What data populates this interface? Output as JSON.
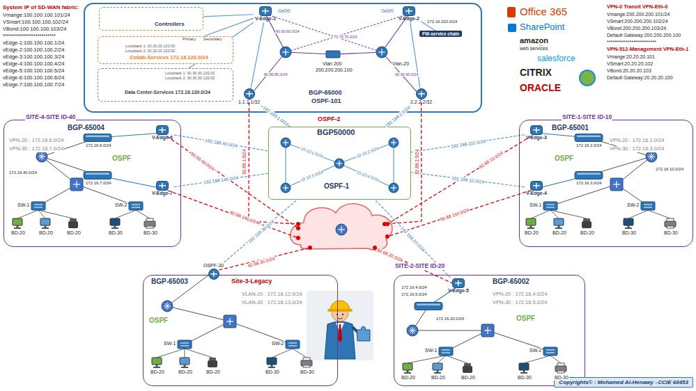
{
  "diagram": {
    "nodes": [
      {
        "text": [
          "BGP-65000",
          "OSPF-101"
        ]
      },
      {
        "text": [
          "Controllers"
        ],
        "in": 0
      },
      {
        "text": [
          "Primary",
          "Secondary",
          "Loopback 1: 20.20.20.121/32",
          "Loopback 2: 20.20.20.122/32",
          "Collab-Services 172.16.120.0/24"
        ],
        "in": 0
      },
      {
        "text": [
          "Loopback 1: 30.30.30.131/32",
          "Loopback 2: 30.30.30.132/32",
          "Data Center-Services 172.16.130.0/24"
        ],
        "in": 0
      },
      {
        "text": [
          "V-Edge-1"
        ],
        "in": 0
      },
      {
        "text": [
          "V-Edge-2"
        ],
        "in": 0
      },
      {
        "text": [
          "FW-service chain"
        ],
        "in": 0
      },
      {
        "text": [
          "1.1.1.1/32"
        ],
        "in": 0
      },
      {
        "text": [
          "2.2.2.2/32"
        ],
        "in": 0
      },
      {
        "text": [
          "BGP50000",
          "OSPF-1"
        ]
      },
      {
        "text": [
          "SITE-4-SITE ID-40",
          "BGP-65004",
          "VPN-20 : 172.16.6.0/24",
          "VPN-30 : 172.16.7.0/24"
        ]
      },
      {
        "text": [
          "V-Edge-6"
        ],
        "in": 10
      },
      {
        "text": [
          "V-Edge-7"
        ],
        "in": 10
      },
      {
        "text": [
          "SITE-1-SITE ID-10",
          "BGP-65001",
          "VPN-20 : 172.16.2.0/24",
          "VPN-30 : 172.16.3.0/24"
        ]
      },
      {
        "text": [
          "V-Edge-3"
        ],
        "in": 13
      },
      {
        "text": [
          "V-Edge-4"
        ],
        "in": 13
      },
      {
        "text": [
          "BGP-65003",
          "Site-3-Legacy",
          "VLAN-20 : 172.16.12.0/24",
          "VLAN-30 : 172.16.13.0/24"
        ]
      },
      {
        "text": [
          "OSPF-30"
        ],
        "in": 16
      },
      {
        "text": [
          "SITE-2-SITE ID-20",
          "BGP-65002",
          "VPN-20 : 172.16.4.0/24",
          "VPN-30 : 172.16.5.0/24"
        ]
      },
      {
        "text": [
          "V-Edge-5"
        ],
        "in": 18
      },
      {
        "text": [
          "Copyrights© : Mohamed Al-Henawy –CCIE 60453"
        ]
      }
    ],
    "edges": [
      {
        "from": 4,
        "to": 7,
        "arrow": "none"
      },
      {
        "from": 5,
        "to": 8,
        "arrow": "none"
      },
      {
        "from": 7,
        "to": 9,
        "label": "192.168.1.0/24",
        "arrow": "none"
      },
      {
        "from": 8,
        "to": 9,
        "label": "192.168.2.0/24",
        "arrow": "none"
      },
      {
        "from": 11,
        "to": 9,
        "label": "192.168.40.0/24",
        "arrow": "none"
      },
      {
        "from": 12,
        "to": 9,
        "label": "192.168.140.0/24",
        "arrow": "none"
      },
      {
        "from": 14,
        "to": 9,
        "label": "192.168.110.0/24",
        "arrow": "none"
      },
      {
        "from": 15,
        "to": 9,
        "label": "192.168.10.0/24",
        "arrow": "none"
      },
      {
        "from": 17,
        "to": 9,
        "label": "192.168.30.0/24",
        "arrow": "none"
      },
      {
        "from": 19,
        "to": 9,
        "label": "192.168.20.0/24",
        "arrow": "none"
      },
      {
        "from": 4,
        "to": 1,
        "arrow": "none"
      },
      {
        "from": 4,
        "to": 2,
        "arrow": "none"
      },
      {
        "from": 4,
        "to": 3,
        "arrow": "none"
      },
      {
        "from": 5,
        "to": 6,
        "arrow": "none"
      }
    ],
    "labels": [
      "System IP of SD-WAN fabric:",
      "Vmange:100.100.100.101/24",
      "VSmart:100.100.100.102/24",
      "VBond:100.100.100.103/24",
      "**************************",
      "vEdge-1:100.100.100.1/24",
      "vEdge-2:100.100.100.2/24",
      "vEdge-3:100.100.100.3/24",
      "vEdge-4:100.100.100.4/24",
      "vEdge-5:100.100.100.5/24",
      "vEdge-6:100.100.100.6/24",
      "vEdge-7:100.100.100.7/24",
      "VPN-0 Transit VPN-Eth-0",
      "Vmange:200.200.200.101/24",
      "VSmart:200.200.200.102/24",
      "VBond:200.200.200.103/24",
      "Default Gateway:200.200.200.100",
      "**************************",
      "VPN-512-Management VPN-Eth-1",
      "Vmange:20.20.20.101",
      "VSmart:20.20.20.102",
      "VBond:20.20.20.103",
      "Default Gateway:20.20.20.100",
      "Office 365",
      "SharePoint",
      "amazon",
      "web services",
      "salesforce",
      "CITRIX",
      "ORACLE",
      "Vlan 200",
      "200.200.200.100",
      "Vlan-20",
      "172.16.220.0/24",
      "Ge0/0",
      "Ge0/0",
      "60.60.60.0/24",
      "70.70.70.0/24",
      "80.80.80.0/24",
      "90.90.90.0/24",
      "OSPF-2",
      "10.10.1.0/24",
      "10.10.2.0/24",
      "10.10.3.0/24",
      "10.10.4.0/24",
      "92.68.40.0/24",
      "92.68.140.0/24",
      "92.68.1.0/24",
      "92.68.2.0/24",
      "92.68.10.0/24",
      "92.68.110.0/24",
      "92.68.30.0/24",
      "92.68.20.0/24",
      "OSPF",
      "172.16.40.0/24",
      "172.16.6.0/24",
      "172.16.7.0/24",
      "SW-1",
      "SW-2",
      "BD-20",
      "BD-20",
      "BD-20",
      "BD-30",
      "BD-30",
      "OSPF",
      "172.16.10.0/24",
      "172.16.2.0/24",
      "172.16.3.0/24",
      "SW-1",
      "SW-2",
      "BD-20",
      "BD-20",
      "BD-20",
      "BD-30",
      "BD-30",
      "OSPF",
      "SW-1",
      "SW-2",
      "BD-20",
      "BD-20",
      "BD-20",
      "BD-30",
      "BD-30",
      "OSPF",
      "172.16.20.0/24",
      "172.16.4.0/24",
      "172.16.5.0/24",
      "SW-1",
      "SW-2",
      "BD-20",
      "BD-20",
      "BD-20",
      "BD-30",
      "BD-30"
    ]
  }
}
